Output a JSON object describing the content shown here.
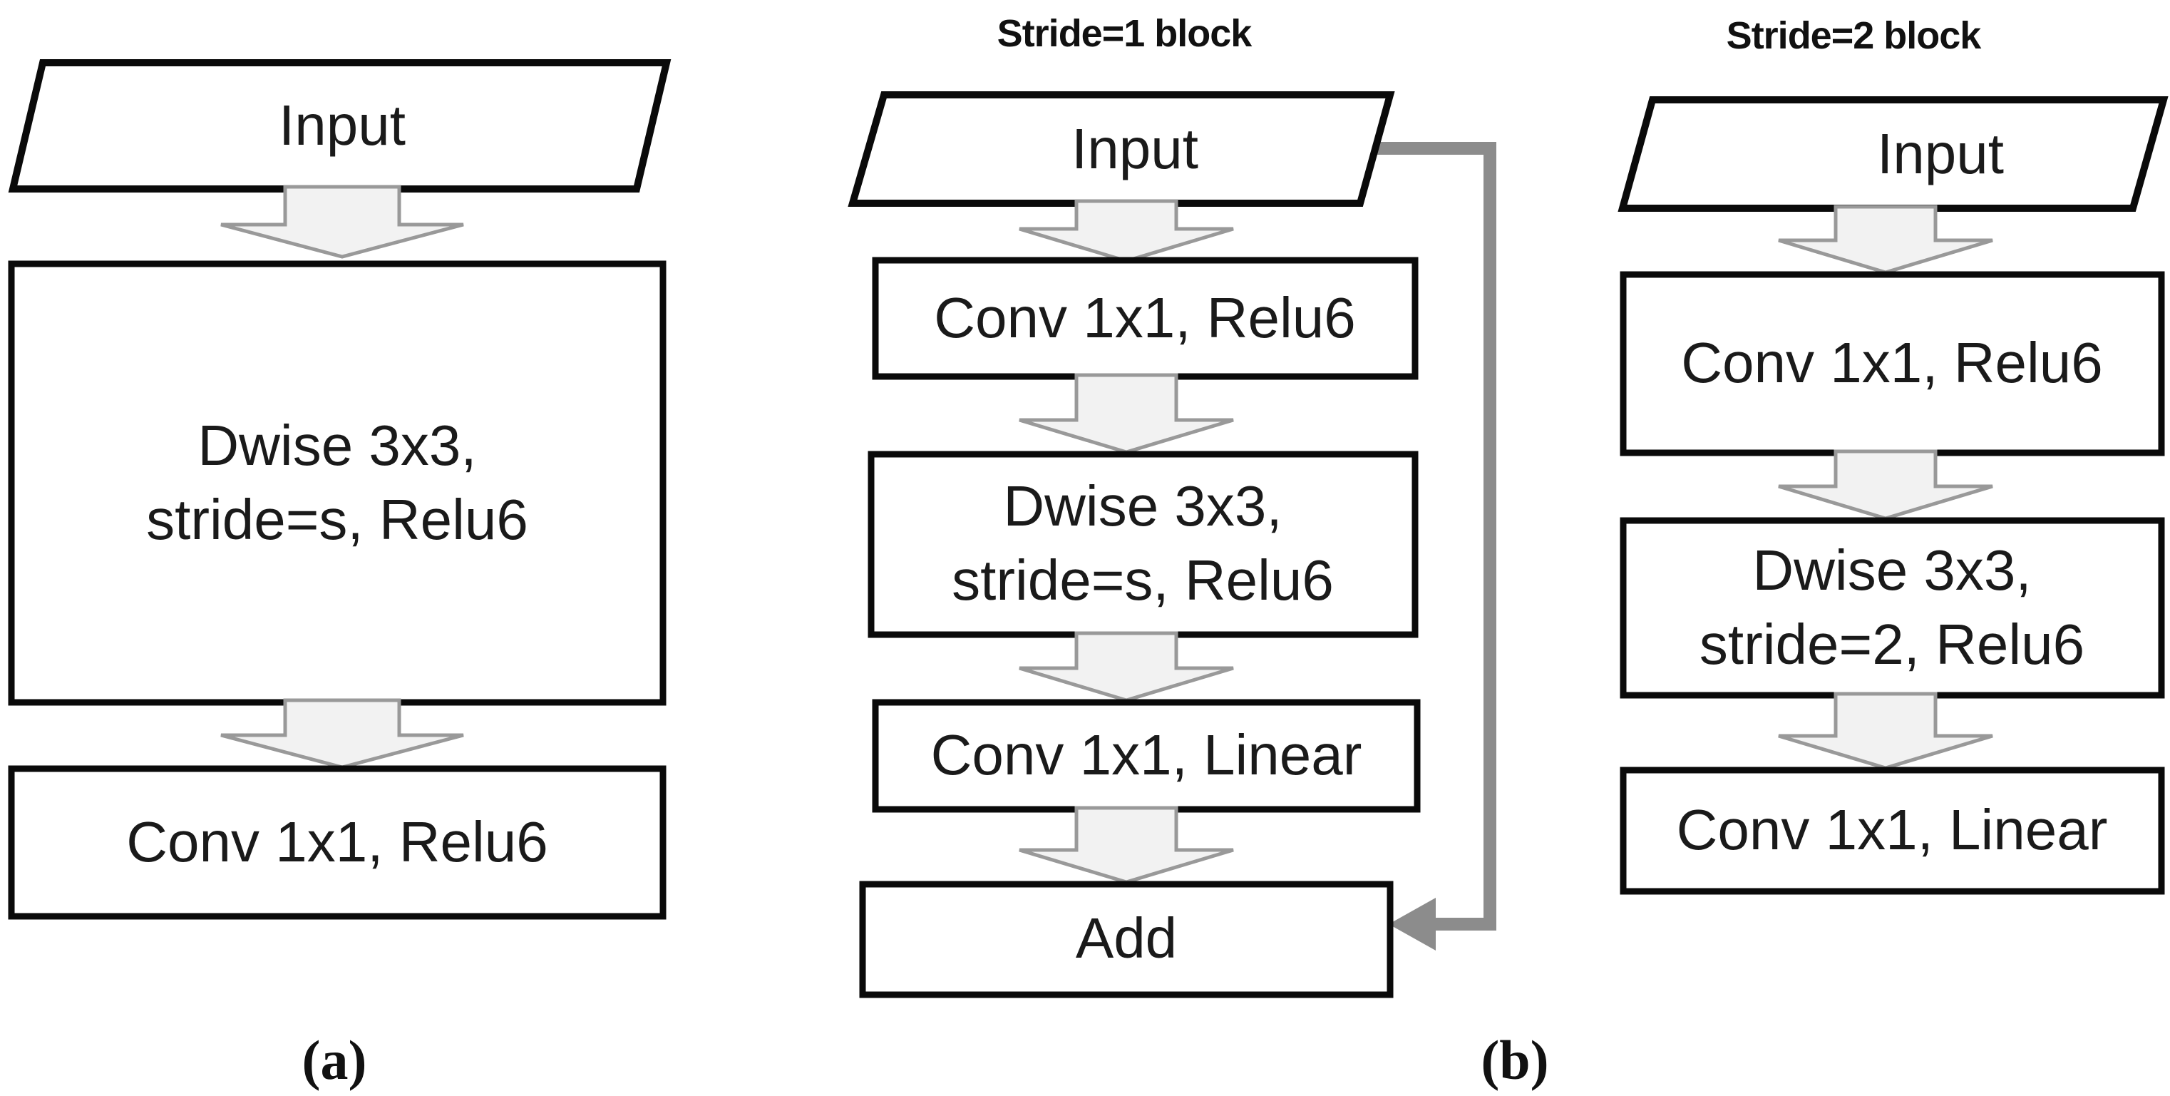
{
  "colors": {
    "background": "#ffffff",
    "box_border": "#0a0a0a",
    "box_fill": "#ffffff",
    "arrow_fill": "#f2f2f2",
    "arrow_border": "#999999",
    "skip_line": "#8c8c8c",
    "text": "#1a1a1a"
  },
  "panel_a": {
    "caption": "(a)",
    "input_label": "Input",
    "dwise_line1": "Dwise 3x3,",
    "dwise_line2": "stride=s, Relu6",
    "conv_label": "Conv 1x1, Relu6"
  },
  "panel_b": {
    "caption": "(b)",
    "stride1_block": {
      "title": "Stride=1 block",
      "input_label": "Input",
      "conv1_label": "Conv 1x1, Relu6",
      "dwise_line1": "Dwise 3x3,",
      "dwise_line2": "stride=s, Relu6",
      "conv2_label": "Conv 1x1, Linear",
      "add_label": "Add"
    },
    "stride2_block": {
      "title": "Stride=2 block",
      "input_label": "Input",
      "conv1_label": "Conv 1x1, Relu6",
      "dwise_line1": "Dwise 3x3,",
      "dwise_line2": "stride=2, Relu6",
      "conv2_label": "Conv 1x1, Linear"
    }
  }
}
